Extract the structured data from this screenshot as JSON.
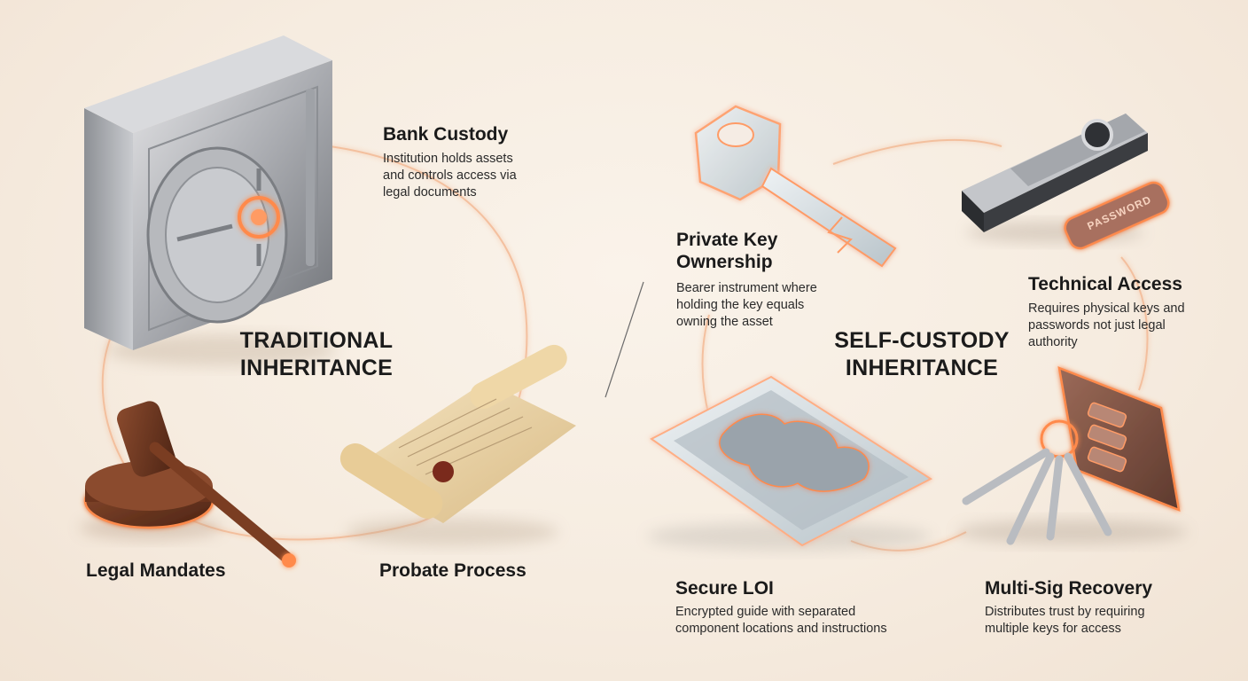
{
  "colors": {
    "glow": "#ff8a4c",
    "accent": "#e8622a",
    "background": "#f6ece0",
    "text": "#1a1a1a"
  },
  "traditional": {
    "title_line1": "TRADITIONAL",
    "title_line2": "INHERITANCE",
    "nodes": {
      "bank_custody": {
        "label": "Bank Custody",
        "desc1": "Institution holds assets",
        "desc2": "and controls access via",
        "desc3": "legal documents",
        "icon": "bank-vault-icon"
      },
      "probate_process": {
        "label": "Probate Process",
        "icon": "scroll-icon"
      },
      "legal_mandates": {
        "label": "Legal Mandates",
        "icon": "gavel-icon"
      }
    }
  },
  "self_custody": {
    "title_line1": "SELF-CUSTODY",
    "title_line2": "INHERITANCE",
    "nodes": {
      "private_key": {
        "label1": "Private Key",
        "label2": "Ownership",
        "desc1": "Bearer instrument where",
        "desc2": "holding the key equals",
        "desc3": "owning the asset",
        "icon": "key-icon"
      },
      "technical_access": {
        "label": "Technical Access",
        "desc1": "Requires physical keys and",
        "desc2": "passwords not just legal",
        "desc3": "authority",
        "icon": "hardware-wallet-icon",
        "tag_text": "PASSWORD"
      },
      "secure_loi": {
        "label": "Secure LOI",
        "desc1": "Encrypted guide with separated",
        "desc2": "component locations and instructions",
        "icon": "tablet-map-icon"
      },
      "multisig_recovery": {
        "label": "Multi-Sig Recovery",
        "desc1": "Distributes trust by requiring",
        "desc2": "multiple keys for access",
        "icon": "key-ring-wallet-icon"
      }
    }
  }
}
